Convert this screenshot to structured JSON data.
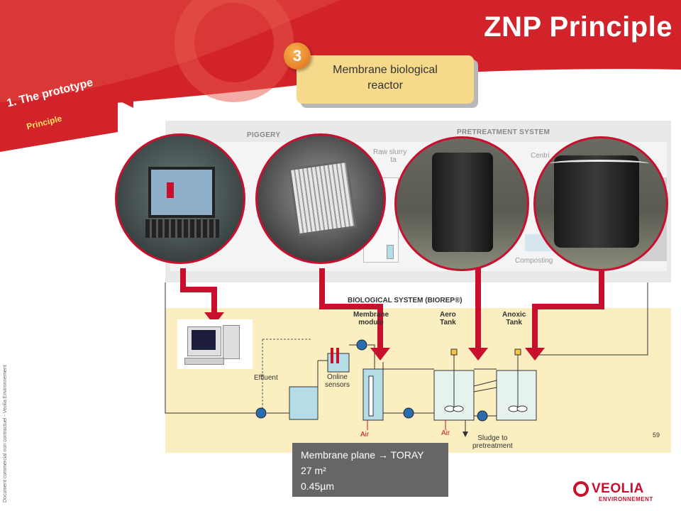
{
  "title": "ZNP Principle",
  "step": {
    "number": "3",
    "label_line1": "Membrane biological",
    "label_line2": "reactor"
  },
  "section": {
    "title": "1. The prototype",
    "subtitle": "Principle"
  },
  "pretreatment": {
    "piggery_label": "PIGGERY",
    "system_label": "PRETREATMENT SYSTEM",
    "raw_slurry_line1": "Raw slurry",
    "raw_slurry_line2": "ta",
    "centri": "Centri",
    "composting": "Composting"
  },
  "biological": {
    "system_label": "BIOLOGICAL  SYSTEM (BIOREP®)",
    "membrane_module_line1": "Membrane",
    "membrane_module_line2": "module",
    "aerobic_line1": "Aero",
    "aerobic_line2": "Tank",
    "anoxic_line1": "Anoxic",
    "anoxic_line2": "Tank",
    "effluent": "Effluent",
    "online_sensors_line1": "Online",
    "online_sensors_line2": "sensors",
    "air1": "Air",
    "air2": "Air",
    "sludge_line1": "Sludge to",
    "sludge_line2": "pretreatment"
  },
  "info": {
    "line1": "Membrane plane → TORAY",
    "line2": "27 m²",
    "line3": "0.45µm"
  },
  "page_number": "59",
  "side_note": "Document commercial non contractuel - Veolia Environnement",
  "logo": {
    "name": "VEOLIA",
    "sub": "ENVIRONNEMENT"
  },
  "colors": {
    "brand_red": "#c8102e",
    "accent_yellow": "#f6d98a",
    "panel_yellow": "#fbeec0",
    "panel_gray": "#e9e9e9",
    "tank_blue": "#b4dde8"
  }
}
